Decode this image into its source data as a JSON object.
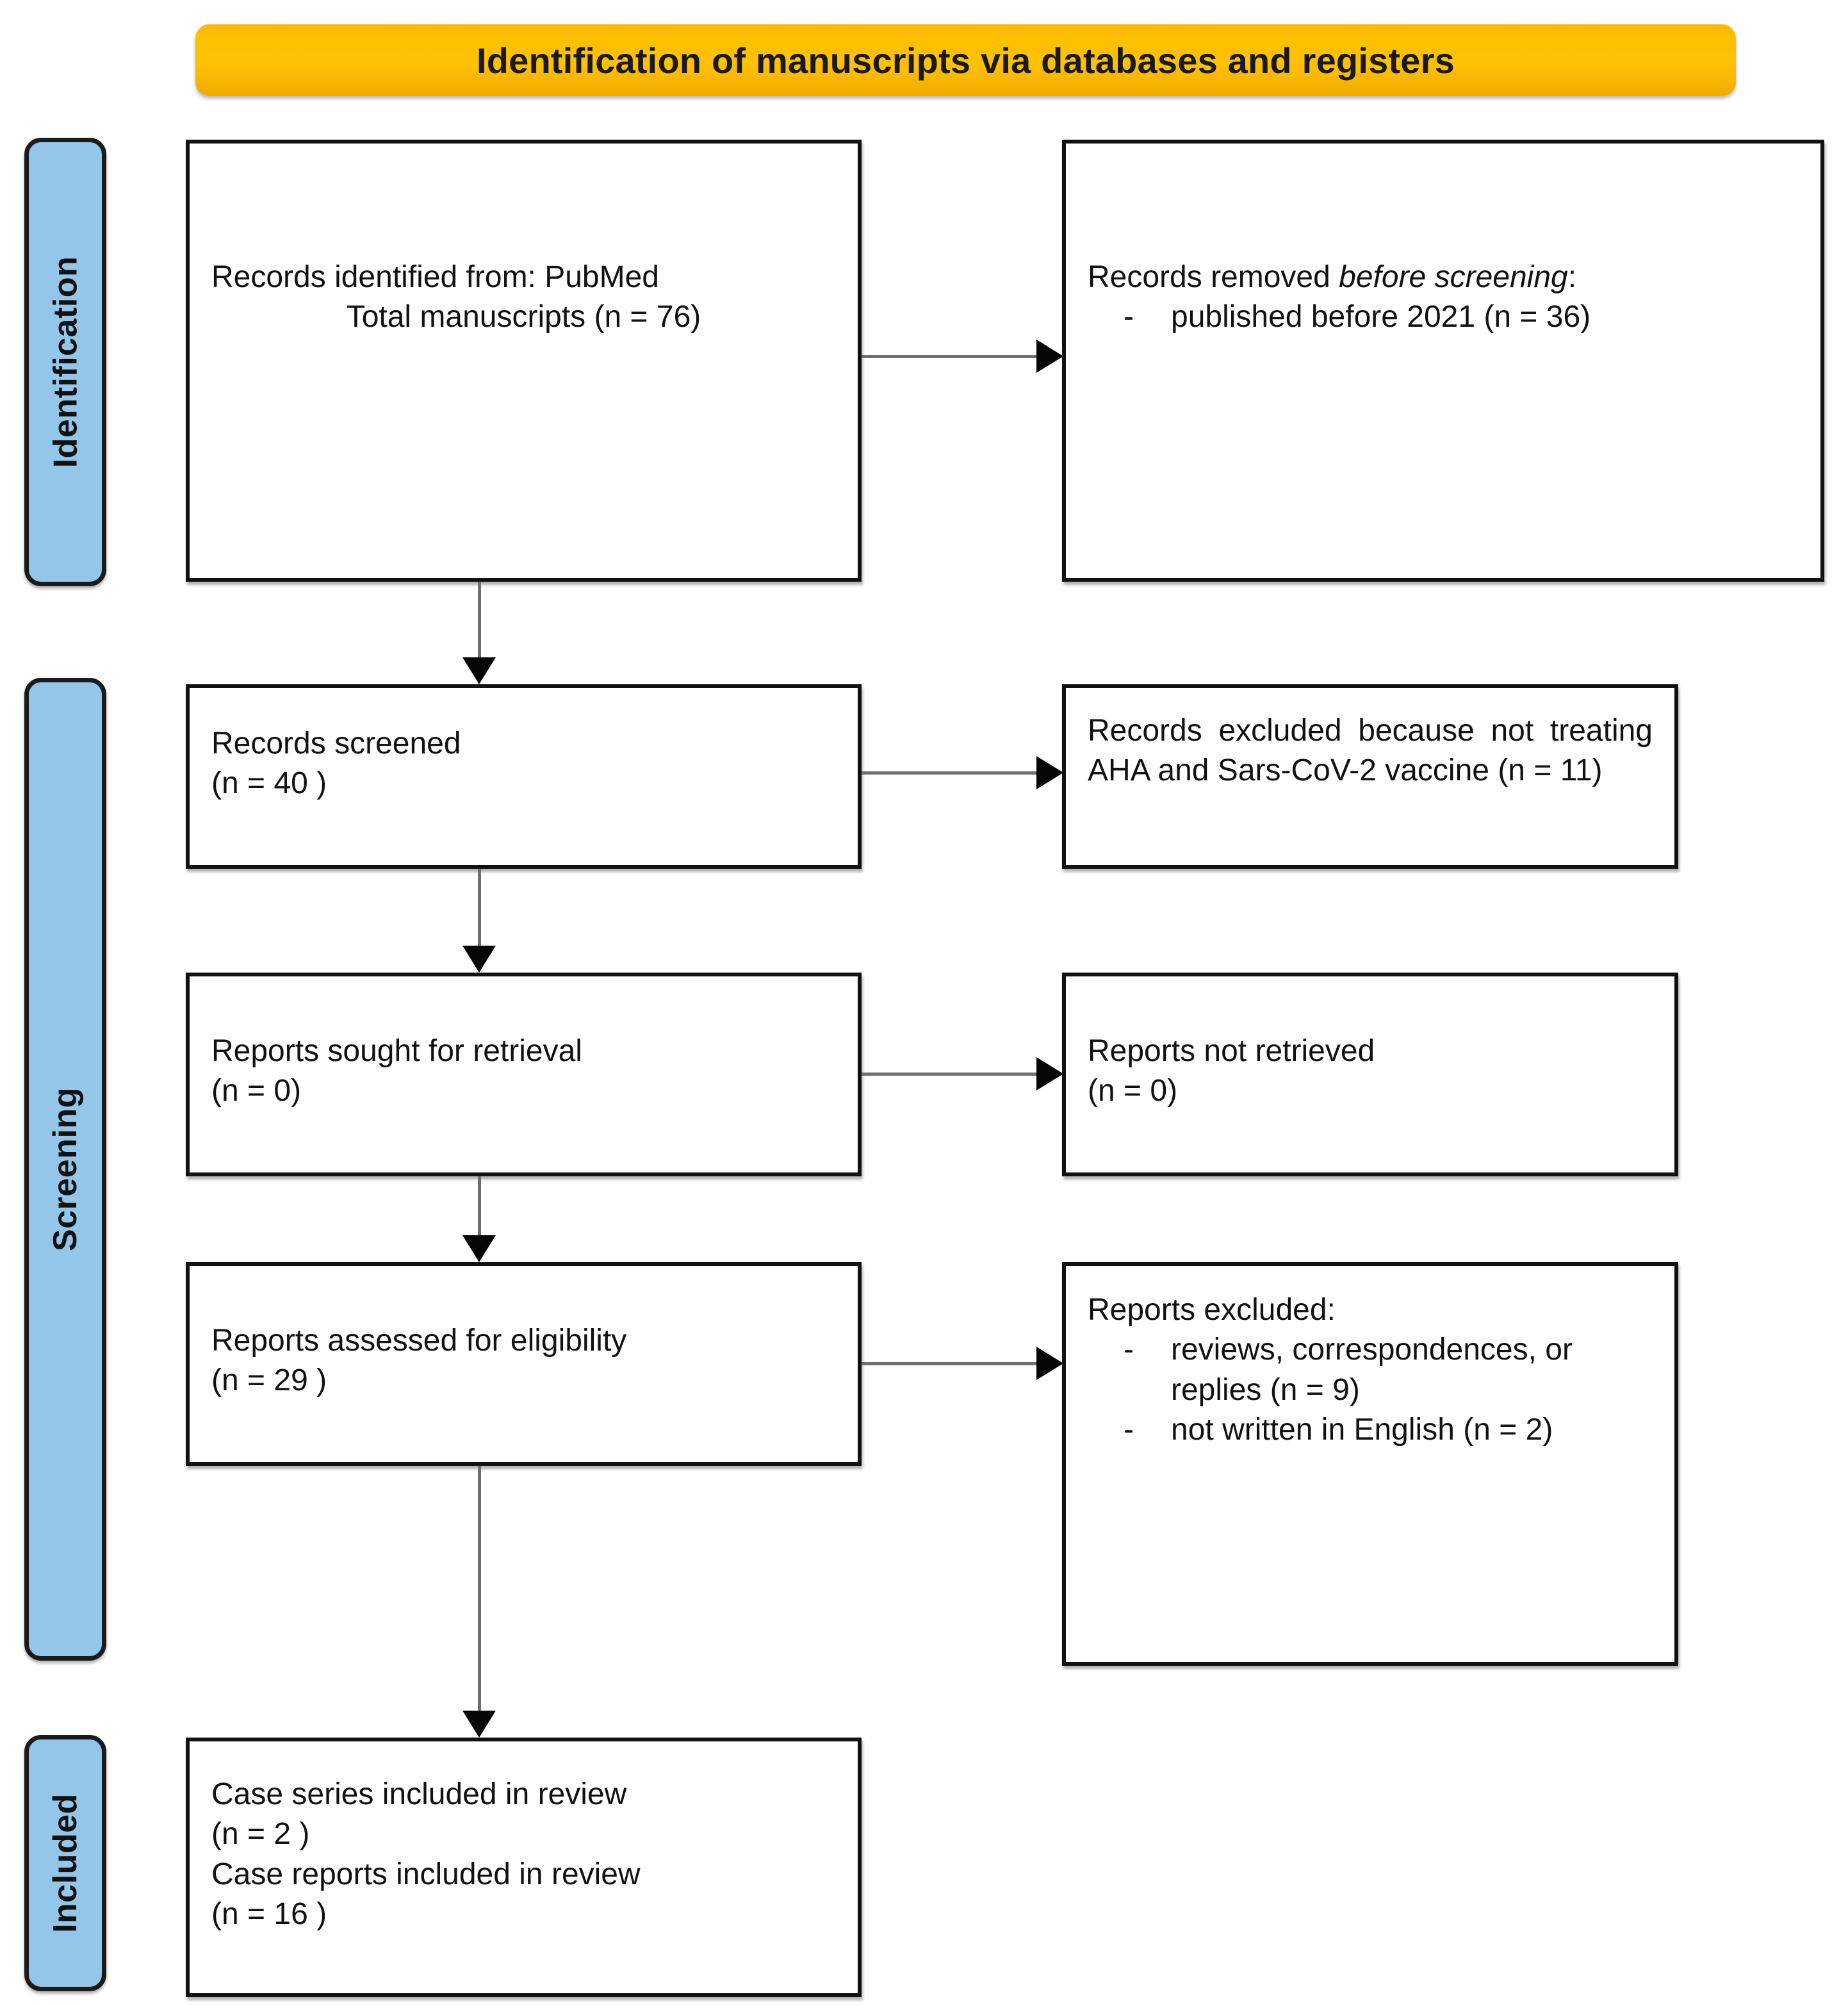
{
  "banner": {
    "title": "Identification of manuscripts via databases and registers",
    "color": "#ffc000"
  },
  "stages": [
    {
      "key": "identification",
      "label": "Identification",
      "color": "#93c6e9"
    },
    {
      "key": "screening",
      "label": "Screening",
      "color": "#93c6e9"
    },
    {
      "key": "included",
      "label": "Included",
      "color": "#93c6e9"
    }
  ],
  "boxes": {
    "identified": {
      "line1": "Records identified from: PubMed",
      "line2": "Total manuscripts (n = 76)"
    },
    "removed": {
      "heading_prefix": "Records removed ",
      "heading_italic": "before screening",
      "heading_suffix": ":",
      "bullets": [
        {
          "dash": "-",
          "text": "published before 2021 (n = 36)"
        }
      ]
    },
    "screened": {
      "line1": "Records screened",
      "line2": "(n = 40 )"
    },
    "excluded_screening": {
      "line1": "Records excluded because not treating AHA and Sars-CoV-2 vaccine (n = 11)"
    },
    "sought": {
      "line1": "Reports sought for retrieval",
      "line2": "(n = 0)"
    },
    "not_retrieved": {
      "line1": "Reports not retrieved",
      "line2": "(n = 0)"
    },
    "assessed": {
      "line1": "Reports assessed for eligibility",
      "line2": "(n = 29 )"
    },
    "excluded_reports": {
      "heading": "Reports excluded:",
      "bullets": [
        {
          "dash": "-",
          "text": "reviews, correspondences, or replies (n = 9)"
        },
        {
          "dash": "-",
          "text": "not written in English (n = 2)"
        }
      ]
    },
    "included": {
      "line1": "Case series included in review",
      "line2": "(n = 2 )",
      "line3": "Case reports included in review",
      "line4": "(n = 16 )"
    }
  },
  "arrows": {
    "identified_to_screened": "down-arrow",
    "screened_to_sought": "down-arrow",
    "sought_to_assessed": "down-arrow",
    "assessed_to_included": "down-arrow",
    "identified_to_removed": "right-arrow",
    "screened_to_excluded": "right-arrow",
    "sought_to_not_retrieved": "right-arrow",
    "assessed_to_excluded": "right-arrow"
  }
}
